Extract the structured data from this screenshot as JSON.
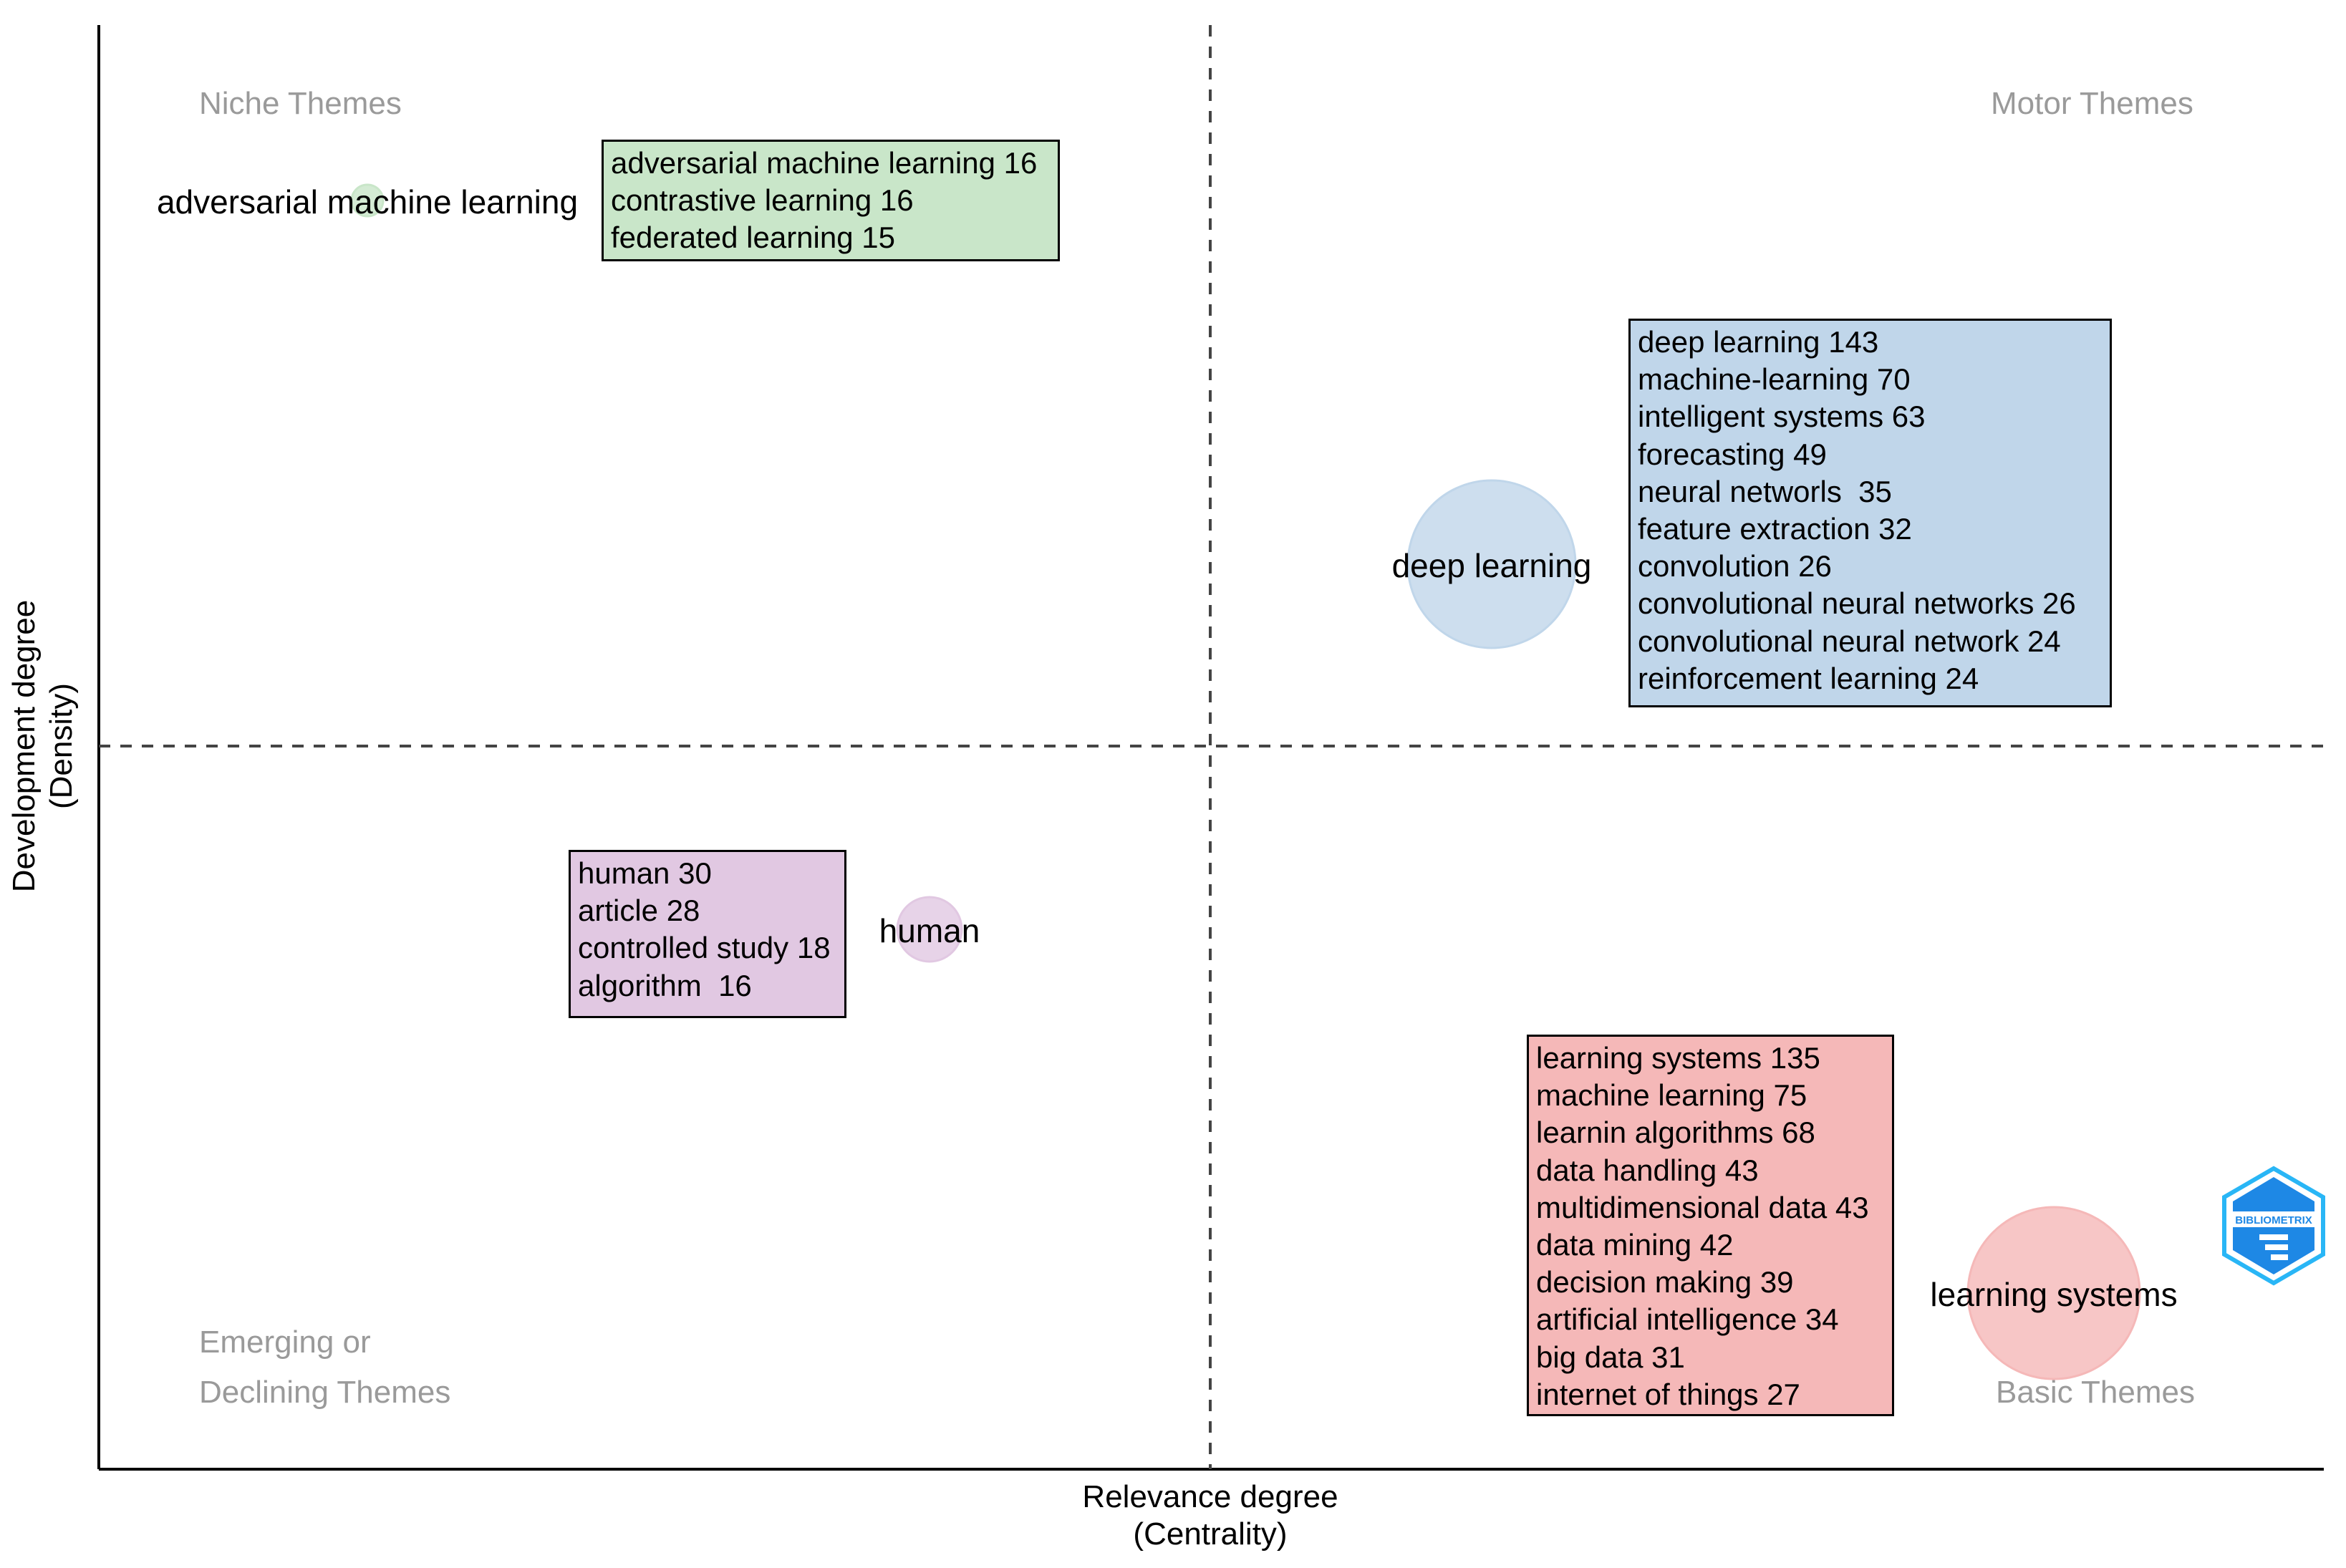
{
  "chart_data": {
    "type": "scatter",
    "xlabel": "Relevance degree\n(Centrality)",
    "ylabel": "Development degree\n(Density)",
    "quadrants": {
      "top_left": [
        "Niche Themes"
      ],
      "top_right": [
        "Motor Themes"
      ],
      "bottom_left": [
        "Emerging or",
        "Declining Themes"
      ],
      "bottom_right": [
        "Basic Themes"
      ]
    },
    "clusters": [
      {
        "label": "adversarial machine learning",
        "color": "#c9e6c9",
        "quadrant": "top_left",
        "size_rank": 4,
        "terms": [
          "adversarial machine learning 16",
          "contrastive learning 16",
          "federated learning 15"
        ]
      },
      {
        "label": "deep learning",
        "color": "#c0d6ea",
        "quadrant": "top_right",
        "size_rank": 2,
        "terms": [
          "deep learning 143",
          "machine-learning 70",
          "intelligent systems 63",
          "forecasting 49",
          "neural networls  35",
          "feature extraction 32",
          "convolution 26",
          "convolutional neural networks 26",
          "convolutional neural network 24",
          "reinforcement learning 24"
        ]
      },
      {
        "label": "human",
        "color": "#e1c8e2",
        "quadrant": "bottom_left",
        "size_rank": 3,
        "terms": [
          "human 30",
          "article 28",
          "controlled study 18",
          "algorithm  16"
        ]
      },
      {
        "label": "learning systems",
        "color": "#f5b8b8",
        "quadrant": "bottom_right",
        "size_rank": 1,
        "terms": [
          "learning systems 135",
          "machine learning 75",
          "learnin algorithms 68",
          "data handling 43",
          "multidimensional data 43",
          "data mining 42",
          "decision making 39",
          "artificial intelligence 34",
          "big data 31",
          "internet of things 27"
        ]
      }
    ],
    "grid": false,
    "divider_lines": "dashed"
  },
  "logo": {
    "text": "BIBLIOMETRIX",
    "color": "#1e88e5"
  }
}
